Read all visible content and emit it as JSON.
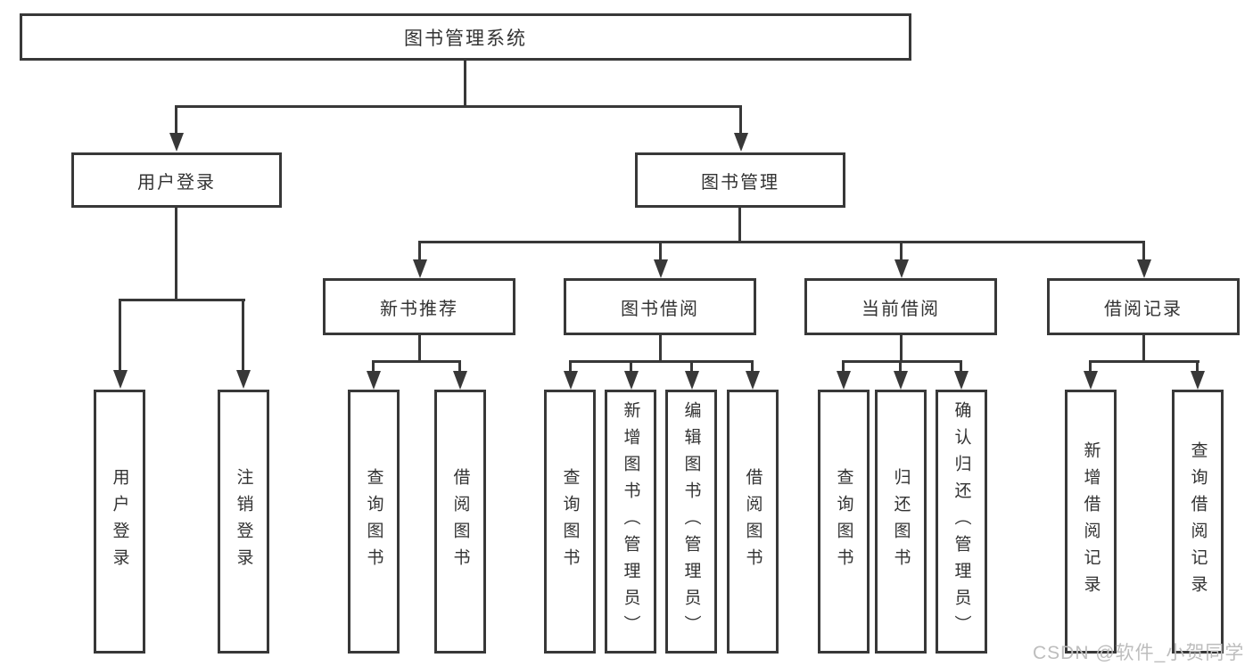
{
  "colors": {
    "line": "#383838",
    "box_border": "#383838",
    "text": "#333333",
    "background": "#ffffff",
    "watermark": "#bdbdbd"
  },
  "diagram": {
    "root": {
      "label": "图书管理系统"
    },
    "branches": [
      {
        "label": "用户登录",
        "children": [
          "用户登录",
          "注销登录"
        ]
      },
      {
        "label": "图书管理",
        "children": [
          {
            "label": "新书推荐",
            "children": [
              "查询图书",
              "借阅图书"
            ]
          },
          {
            "label": "图书借阅",
            "children": [
              "查询图书",
              "新增图书（管理员）",
              "编辑图书（管理员）",
              "借阅图书"
            ]
          },
          {
            "label": "当前借阅",
            "children": [
              "查询图书",
              "归还图书",
              "确认归还（管理员）"
            ]
          },
          {
            "label": "借阅记录",
            "children": [
              "新增借阅记录",
              "查询借阅记录"
            ]
          }
        ]
      }
    ]
  },
  "watermark": {
    "text": "CSDN @软件_小贺同学"
  }
}
